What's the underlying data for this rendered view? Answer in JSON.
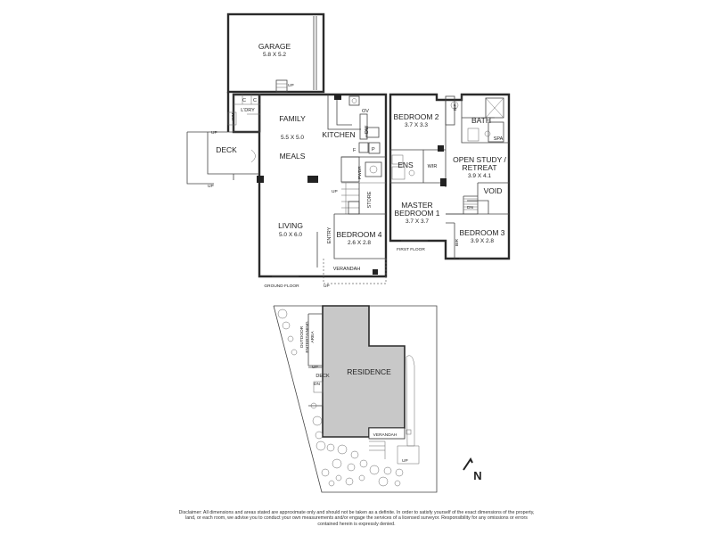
{
  "ground_floor": {
    "title": "GROUND FLOOR",
    "rooms": {
      "garage": {
        "name": "GARAGE",
        "dim": "5.8 X 5.2"
      },
      "family": {
        "name": "FAMILY",
        "dim": "5.5 X 5.0"
      },
      "meals": {
        "name": "MEALS"
      },
      "kitchen": {
        "name": "KITCHEN"
      },
      "living": {
        "name": "LIVING",
        "dim": "5.0 X 6.0"
      },
      "bedroom4": {
        "name": "BEDROOM 4",
        "dim": "2.6 X 2.8"
      },
      "deck": {
        "name": "DECK"
      },
      "laundry": {
        "name": "L'DRY"
      },
      "entry": {
        "name": "ENTRY"
      },
      "store": {
        "name": "STORE"
      },
      "verandah": {
        "name": "VERANDAH"
      },
      "pwdr": {
        "name": "PWDR"
      }
    },
    "fixtures": {
      "ov": "OV",
      "dw": "DW",
      "f": "F",
      "p": "P",
      "wm": "WM",
      "c": "C"
    }
  },
  "first_floor": {
    "title": "FIRST FLOOR",
    "rooms": {
      "bedroom2": {
        "name": "BEDROOM 2",
        "dim": "3.7 X 3.3"
      },
      "bath": {
        "name": "BATH"
      },
      "spa": {
        "name": "SPA"
      },
      "ens": {
        "name": "ENS"
      },
      "wir": {
        "name": "WIR"
      },
      "study": {
        "name_line1": "OPEN STUDY /",
        "name_line2": "RETREAT",
        "dim": "3.9 X 4.1"
      },
      "void": {
        "name": "VOID"
      },
      "master": {
        "name_line1": "MASTER",
        "name_line2": "BEDROOM 1",
        "dim": "3.7 X 3.7"
      },
      "bedroom3": {
        "name": "BEDROOM 3",
        "dim": "3.9 X 2.8"
      },
      "bir": "BIR"
    }
  },
  "site_plan": {
    "residence": "RESIDENCE",
    "deck": "DECK",
    "verandah": "VERANDAH",
    "outdoor_line1": "OUTDOOR",
    "outdoor_line2": "ENTERTAINING",
    "outdoor_line3": "AREA"
  },
  "stairs": {
    "up": "UP",
    "dn": "DN"
  },
  "compass": {
    "letter": "N",
    "icon": "north-arrow-icon"
  },
  "disclaimer": "Disclaimer: All dimensions and areas stated are approximate only and should not be taken as a definite. In order to satisfy yourself of the exact dimensions of the property, land, or each room, we advise you to conduct your own measurements and/or engage the services of a licensed surveyor. Responsibility for any omissions or errors contained herein is expressly denied.",
  "colors": {
    "residence_fill": "#c8c8c8",
    "wall": "#2a2a2a",
    "line": "#444444"
  }
}
